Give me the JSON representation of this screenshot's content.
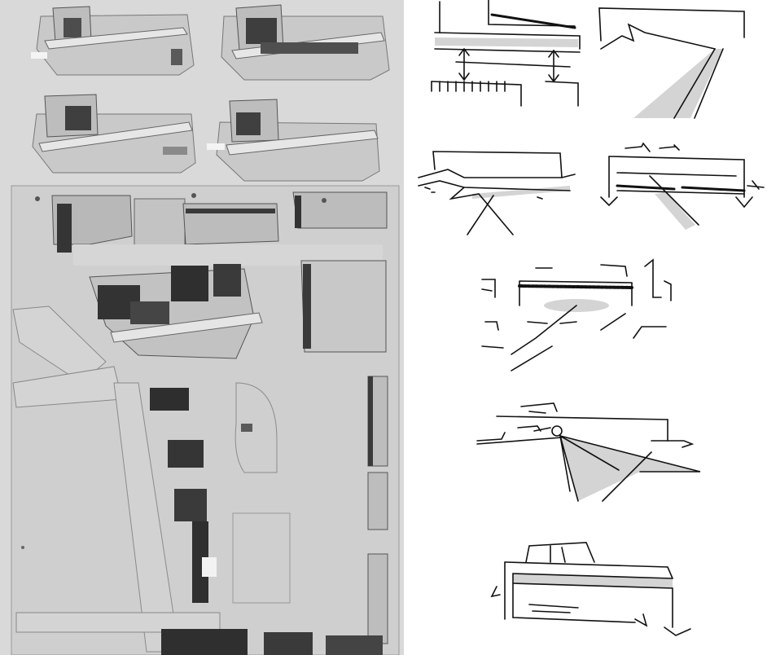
{
  "figure": {
    "left_panel": {
      "kind": "photograph",
      "description_visible_text": []
    },
    "right_panel": {
      "kind": "sketches",
      "count": 7
    },
    "colors": {
      "model_surface": "#cfcfcf",
      "model_shadow": "#4a4a4a",
      "model_edge": "#ededed",
      "sketch_ink": "#111111",
      "sketch_fill": "#d4d4d4",
      "background": "#ffffff"
    }
  }
}
